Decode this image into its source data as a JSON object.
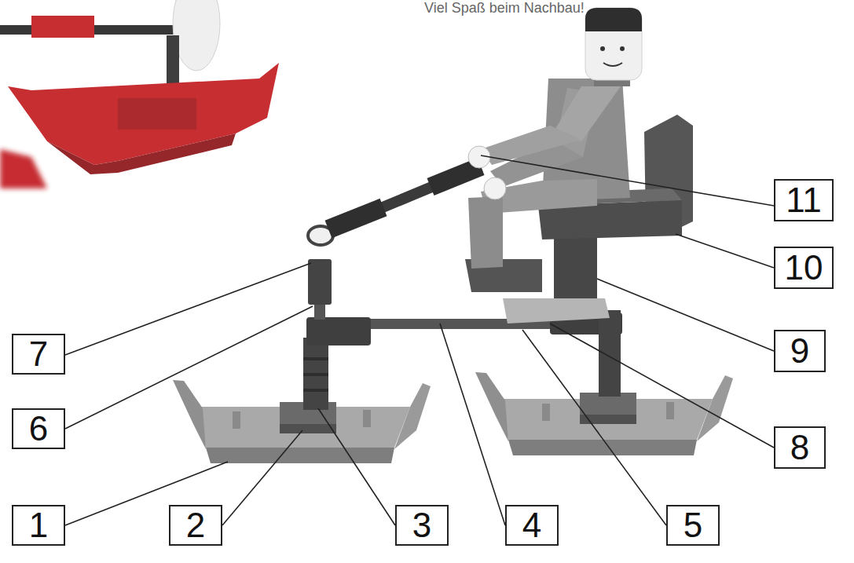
{
  "diagram": {
    "nodes": [
      {
        "text": [
          "11"
        ]
      },
      {
        "text": [
          "10"
        ]
      },
      {
        "text": [
          "7"
        ]
      },
      {
        "text": [
          "9"
        ]
      },
      {
        "text": [
          "6"
        ]
      },
      {
        "text": [
          "8"
        ]
      },
      {
        "text": [
          "1"
        ]
      },
      {
        "text": [
          "2"
        ]
      },
      {
        "text": [
          "3"
        ]
      },
      {
        "text": [
          "4"
        ]
      },
      {
        "text": [
          "5"
        ]
      }
    ],
    "labels": [
      "Viel Spaß beim Nachbau!"
    ]
  }
}
